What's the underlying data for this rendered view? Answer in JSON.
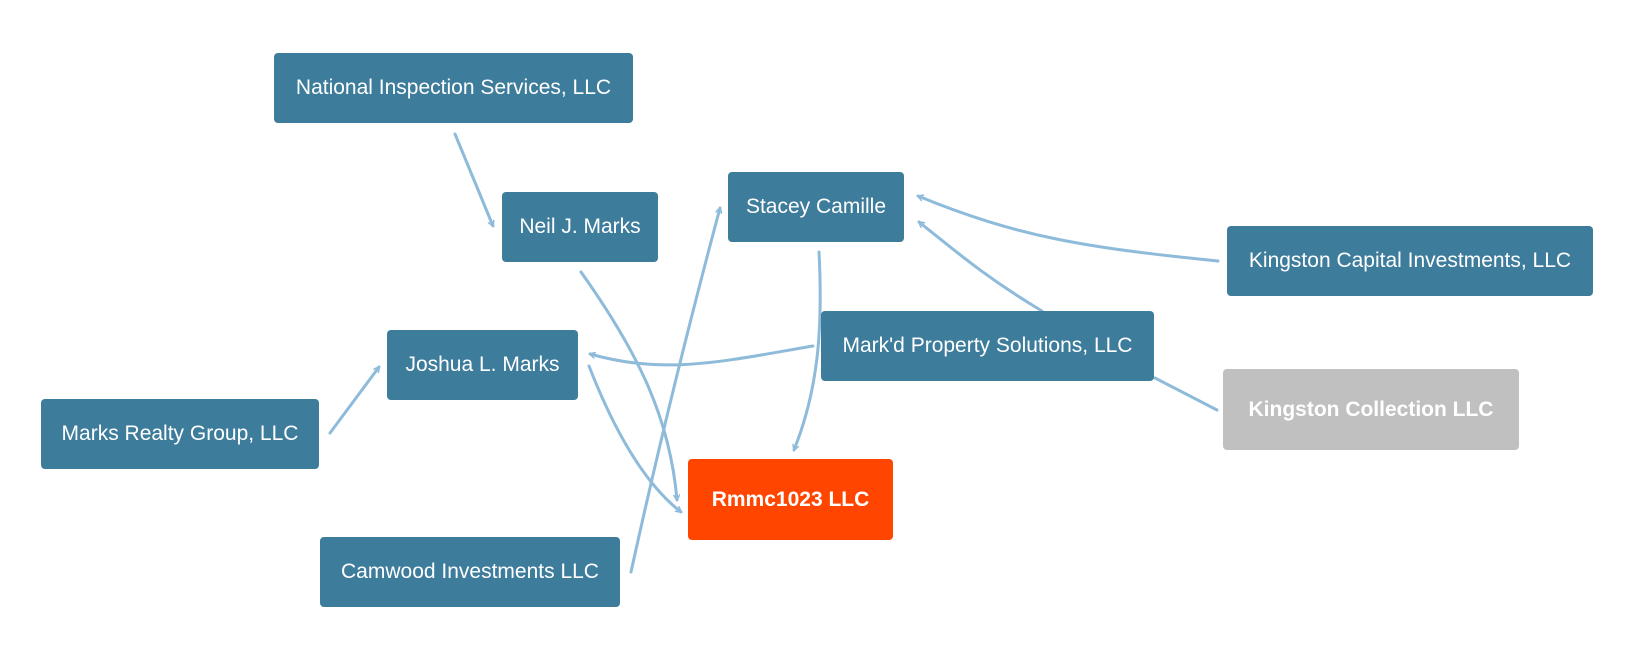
{
  "colors": {
    "node": "#3e7c9c",
    "focus": "#ff4500",
    "inactive": "#c0c0c0",
    "edge": "#8ebbda",
    "text": "#ffffff"
  },
  "nodes": {
    "national_inspection": {
      "label": "National Inspection Services, LLC",
      "kind": "node"
    },
    "neil_marks": {
      "label": "Neil J. Marks",
      "kind": "node"
    },
    "stacey_camille": {
      "label": "Stacey Camille",
      "kind": "node"
    },
    "kingston_capital": {
      "label": "Kingston Capital Investments, LLC",
      "kind": "node"
    },
    "markd_property": {
      "label": "Mark'd Property Solutions, LLC",
      "kind": "node"
    },
    "joshua_marks": {
      "label": "Joshua L. Marks",
      "kind": "node"
    },
    "kingston_collection": {
      "label": "Kingston Collection LLC",
      "kind": "inactive"
    },
    "marks_realty": {
      "label": "Marks Realty Group, LLC",
      "kind": "node"
    },
    "rmmc1023": {
      "label": "Rmmc1023 LLC",
      "kind": "focus"
    },
    "camwood": {
      "label": "Camwood Investments LLC",
      "kind": "node"
    }
  },
  "edges": [
    {
      "from": "national_inspection",
      "to": "neil_marks",
      "directed": true
    },
    {
      "from": "neil_marks",
      "to": "rmmc1023",
      "directed": true
    },
    {
      "from": "marks_realty",
      "to": "joshua_marks",
      "directed": true
    },
    {
      "from": "joshua_marks",
      "to": "rmmc1023",
      "directed": true
    },
    {
      "from": "markd_property",
      "to": "joshua_marks",
      "directed": true
    },
    {
      "from": "markd_property",
      "to": "stacey_camille",
      "directed": true
    },
    {
      "from": "kingston_capital",
      "to": "stacey_camille",
      "directed": true
    },
    {
      "from": "stacey_camille",
      "to": "rmmc1023",
      "directed": true
    },
    {
      "from": "camwood",
      "to": "stacey_camille",
      "directed": true
    },
    {
      "from": "kingston_collection",
      "to": "markd_property",
      "directed": false
    }
  ]
}
